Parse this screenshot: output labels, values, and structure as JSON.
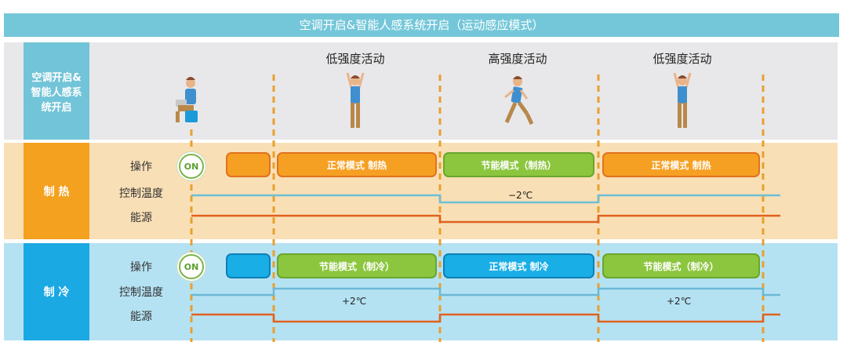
{
  "title": "空调开启&智能人感系统开启（运动感应模式）",
  "header": {
    "label": "空调开启&智能人感系统开启",
    "activities": [
      "低强度活动",
      "高强度活动",
      "低强度活动"
    ]
  },
  "row_labels": {
    "operation": "操作",
    "control_temp": "控制温度",
    "energy": "能源"
  },
  "heating": {
    "label": "制 热",
    "on": "ON",
    "modes": [
      "正常模式  制热",
      "节能模式（制热）",
      "正常模式  制热"
    ],
    "temp_offset": "−2℃"
  },
  "cooling": {
    "label": "制 冷",
    "on": "ON",
    "modes": [
      "节能模式（制冷）",
      "正常模式  制冷",
      "节能模式（制冷）"
    ],
    "temp_offsets": [
      "+2℃",
      "+2℃"
    ]
  },
  "colors": {
    "orange": "#f6a023",
    "green": "#8cc63f",
    "blue": "#1aaee6",
    "temp_line": "#6cc0d6",
    "energy_line": "#e0621f"
  }
}
